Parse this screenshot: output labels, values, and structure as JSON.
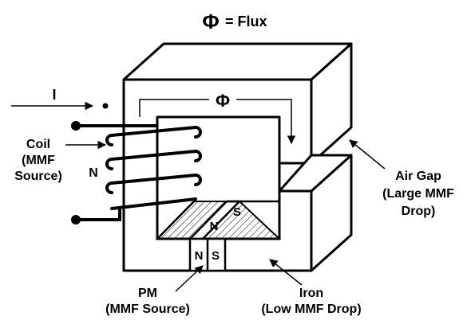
{
  "legend": {
    "symbol": "Φ",
    "text": "= Flux"
  },
  "core_flux_symbol": "Φ",
  "current_label": "I",
  "coil": {
    "line1": "Coil",
    "line2": "(MMF",
    "line3": "Source)",
    "pole": "N"
  },
  "air_gap": {
    "line1": "Air Gap",
    "line2": "(Large MMF",
    "line3": "Drop)"
  },
  "pm": {
    "line1": "PM",
    "line2": "(MMF Source)"
  },
  "iron": {
    "line1": "Iron",
    "line2": "(Low MMF Drop)"
  },
  "magnet_front": {
    "north": "N",
    "south": "S"
  },
  "magnet_top": {
    "north": "N",
    "south": "S"
  },
  "colors": {
    "ink": "#000000",
    "background": "#ffffff"
  }
}
